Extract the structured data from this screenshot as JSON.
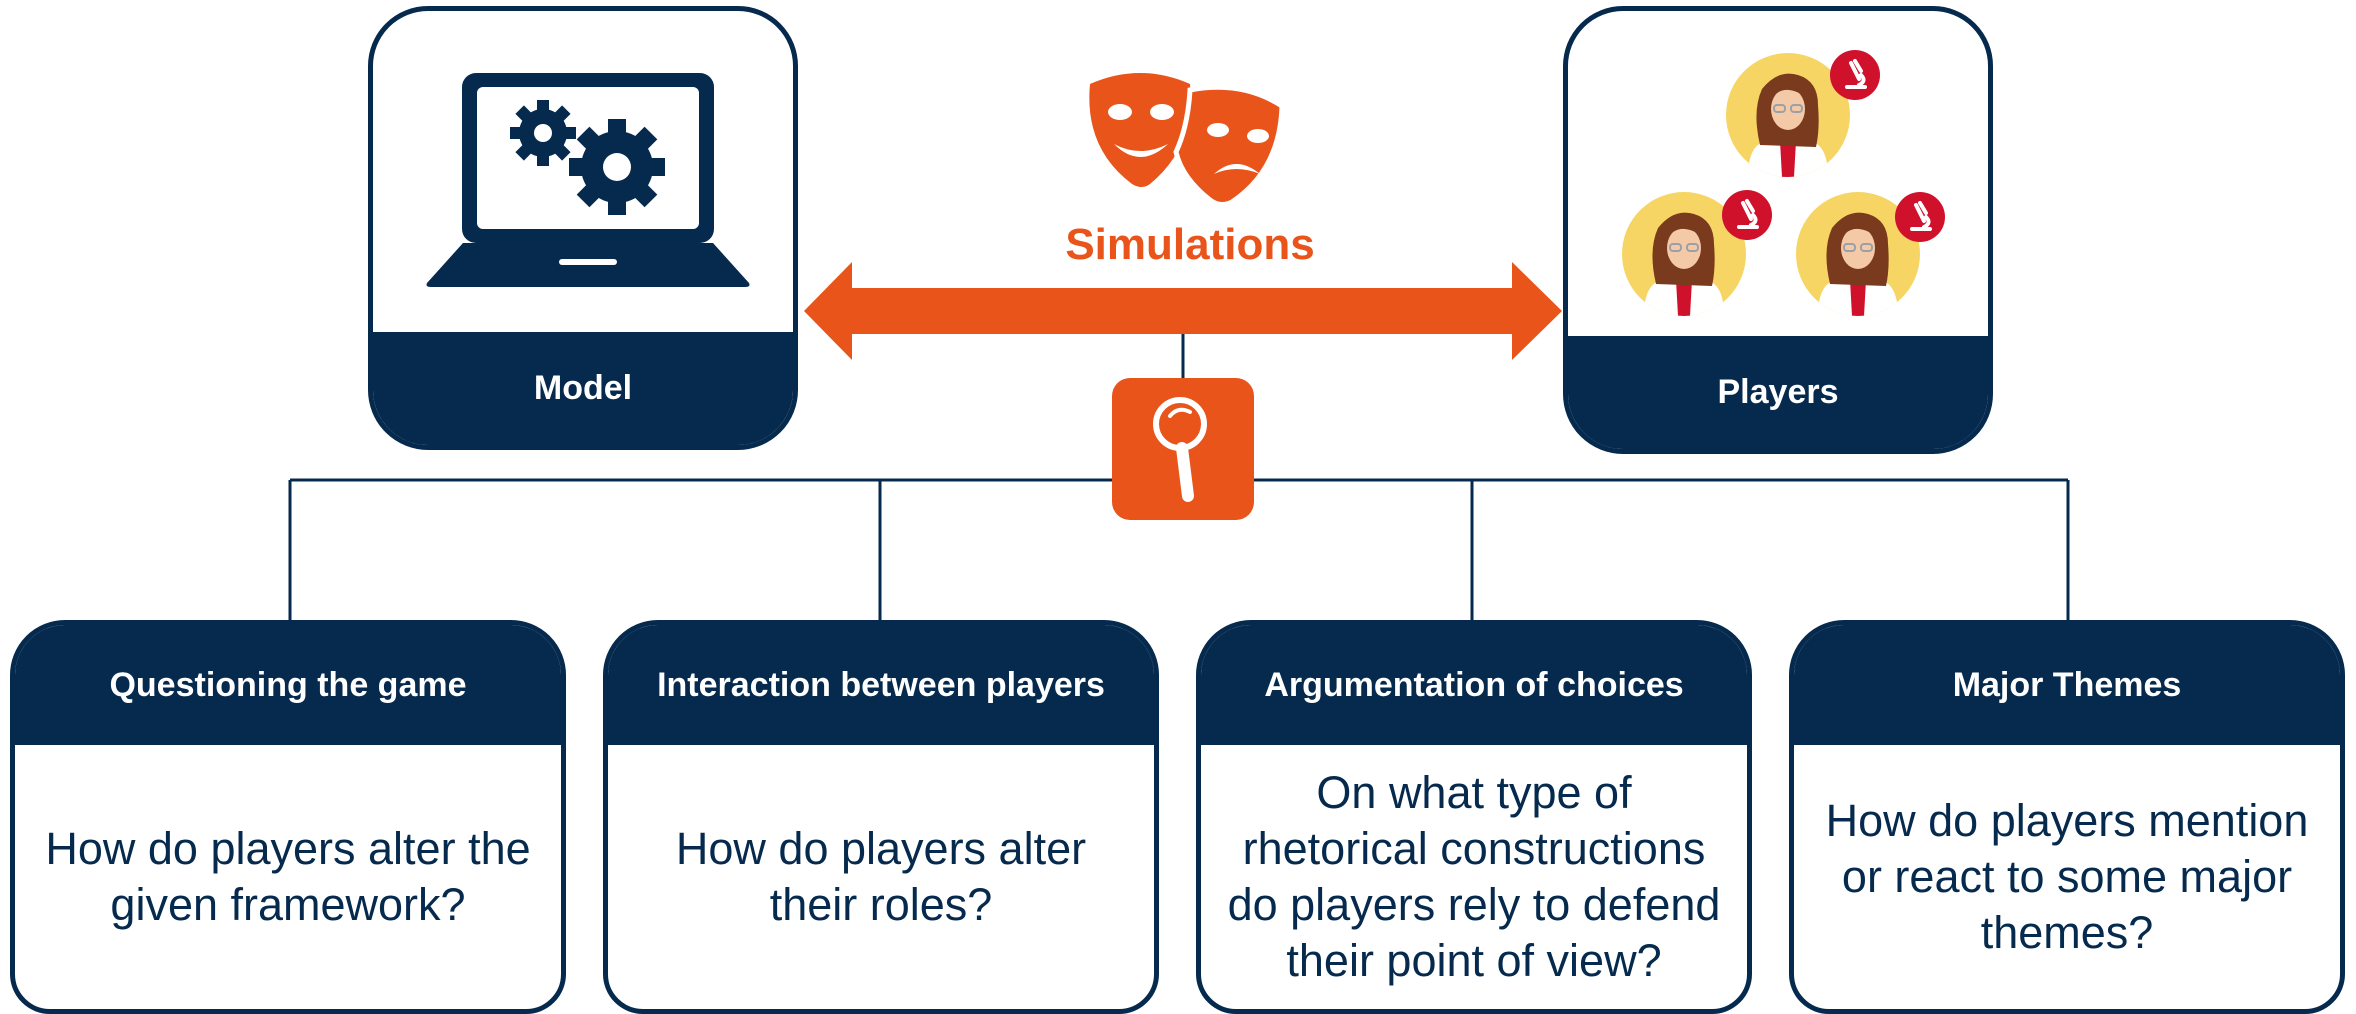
{
  "top": {
    "simulations_label": "Simulations",
    "model_label": "Model",
    "players_label": "Players"
  },
  "questions": [
    {
      "title": "Questioning the game",
      "body": "How do players alter the given framework?"
    },
    {
      "title": "Interaction between players",
      "body": "How do players alter their roles?"
    },
    {
      "title": "Argumentation of choices",
      "body": "On what type of rhetorical constructions do players rely to defend their point of view?"
    },
    {
      "title": "Major Themes",
      "body": "How do players mention or react to some major themes?"
    }
  ],
  "colors": {
    "navy": "#062a4e",
    "orange": "#e8541a",
    "avatar_bg": "#f6d565",
    "badge": "#d0112b"
  },
  "icons": [
    "laptop-gears-icon",
    "theater-masks-icon",
    "double-arrow-icon",
    "magnifier-icon",
    "scientist-avatar-icon",
    "microscope-badge-icon"
  ]
}
